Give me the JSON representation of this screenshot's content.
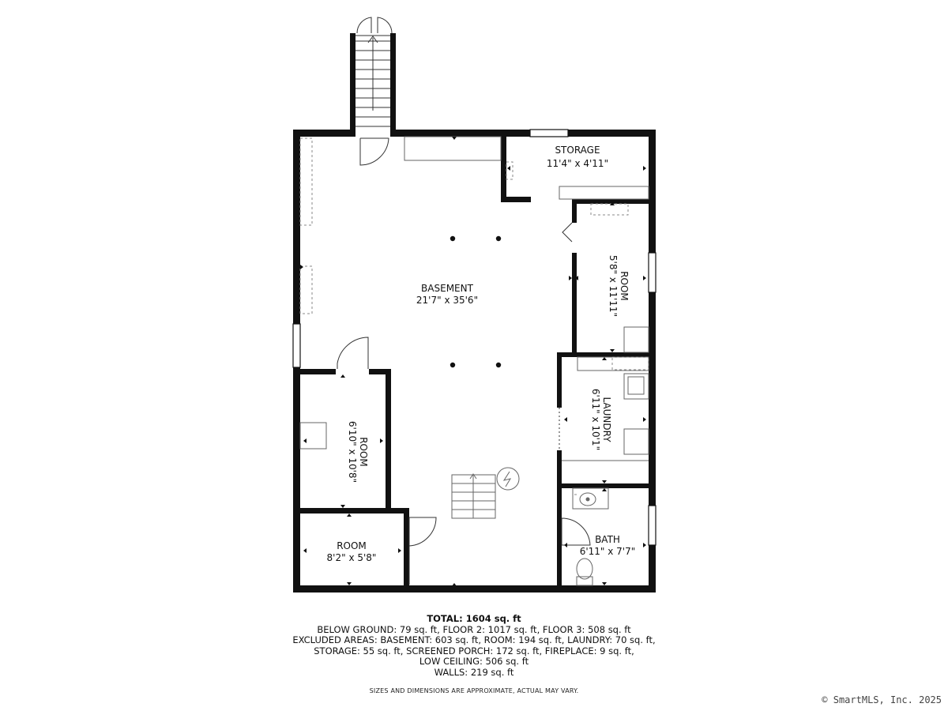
{
  "rooms": {
    "storage": {
      "name": "STORAGE",
      "dims": "11'4\" x 4'11\""
    },
    "basement": {
      "name": "BASEMENT",
      "dims": "21'7\" x 35'6\""
    },
    "room_right": {
      "name": "ROOM",
      "dims": "5'8\" x 11'11\""
    },
    "laundry": {
      "name": "LAUNDRY",
      "dims": "6'11\" x 10'1\""
    },
    "room_left": {
      "name": "ROOM",
      "dims": "6'10\" x 10'8\""
    },
    "room_bottom": {
      "name": "ROOM",
      "dims": "8'2\" x 5'8\""
    },
    "bath": {
      "name": "BATH",
      "dims": "6'11\" x 7'7\""
    }
  },
  "summary": {
    "total_label": "TOTAL: 1604 sq. ft",
    "line1": "BELOW GROUND: 79 sq. ft, FLOOR 2: 1017 sq. ft, FLOOR 3: 508 sq. ft",
    "line2": "EXCLUDED AREAS: BASEMENT: 603 sq. ft, ROOM: 194 sq. ft, LAUNDRY: 70 sq. ft,",
    "line3": "STORAGE: 55 sq. ft, SCREENED PORCH: 172 sq. ft, FIREPLACE: 9 sq. ft,",
    "line4": "LOW CEILING: 506 sq. ft",
    "line5": "WALLS: 219 sq. ft"
  },
  "disclaimer": "SIZES AND DIMENSIONS ARE APPROXIMATE, ACTUAL MAY VARY.",
  "copyright": "© SmartMLS, Inc. 2025",
  "colors": {
    "wall": "#111111",
    "fixture": "#666666",
    "dashed": "#888888"
  }
}
